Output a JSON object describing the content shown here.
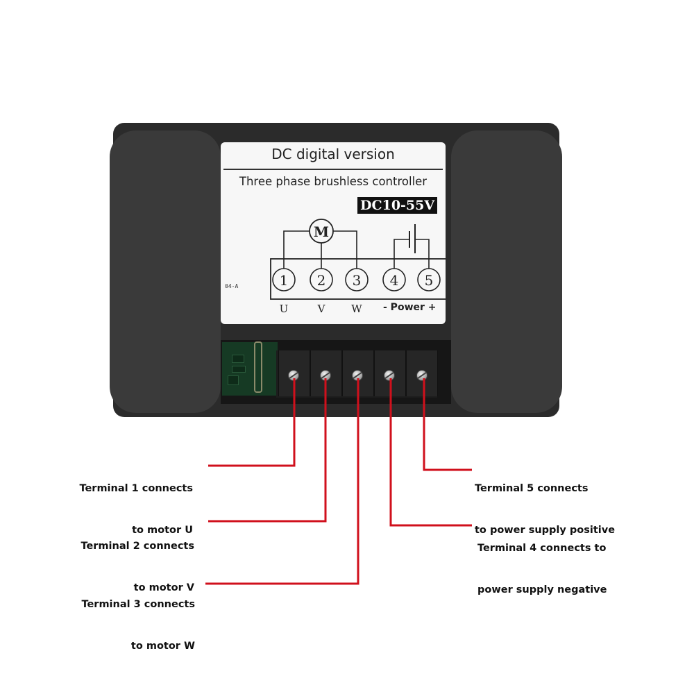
{
  "device_label": {
    "title": "DC digital version",
    "subtitle": "Three phase brushless controller",
    "voltage": "DC10-55V",
    "motor_symbol": "M",
    "code": "04-A",
    "terminal_numbers": [
      "1",
      "2",
      "3",
      "4",
      "5"
    ],
    "terminal_letters": [
      "U",
      "V",
      "W"
    ],
    "power_label": "- Power +"
  },
  "callouts": [
    {
      "line1": "Terminal 1 connects",
      "line2": "to motor U"
    },
    {
      "line1": "Terminal 2 connects",
      "line2": "to motor V"
    },
    {
      "line1": "Terminal 3 connects",
      "line2": "to motor W"
    },
    {
      "line1": "Terminal 4 connects to",
      "line2": "power supply negative"
    },
    {
      "line1": "Terminal 5 connects",
      "line2": "to power supply positive"
    }
  ],
  "colors": {
    "leader_line": "#d0101c",
    "housing": "#2b2b2b",
    "label": "#f7f7f7"
  }
}
